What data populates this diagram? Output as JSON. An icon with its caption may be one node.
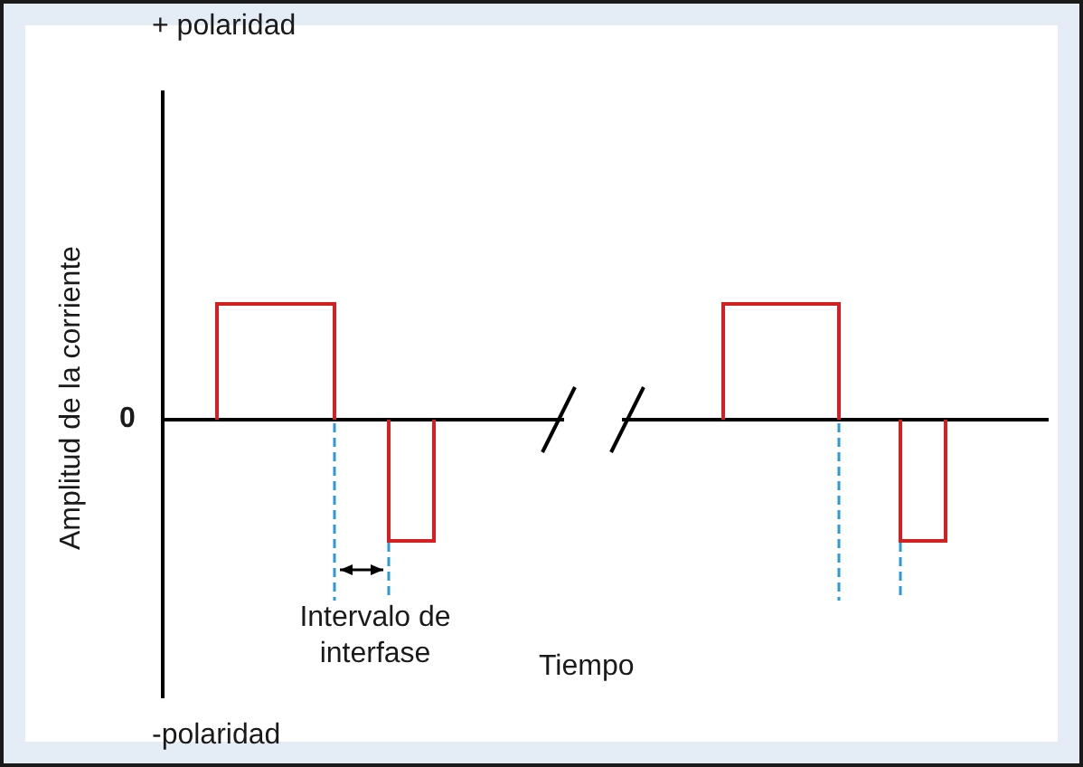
{
  "diagram": {
    "labels": [
      "+ polaridad",
      "Amplitud de la corriente",
      "0",
      "Intervalo de interfase",
      "Tiempo",
      "-polaridad"
    ]
  }
}
